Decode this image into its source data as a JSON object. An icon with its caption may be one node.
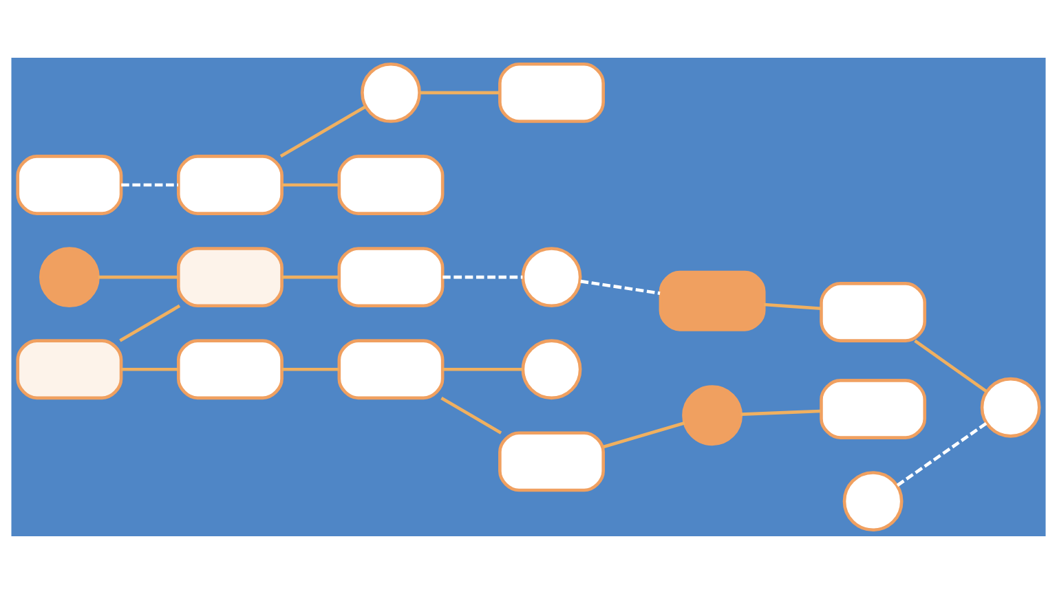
{
  "diagram": {
    "nodes": [
      {
        "text": [],
        "shape": "box"
      },
      {
        "text": [],
        "shape": "box"
      },
      {
        "text": [],
        "shape": "circle"
      },
      {
        "text": [],
        "shape": "box"
      },
      {
        "text": [],
        "shape": "circle"
      },
      {
        "text": [],
        "shape": "box"
      },
      {
        "text": [],
        "shape": "circle"
      },
      {
        "text": [],
        "shape": "box"
      },
      {
        "text": [],
        "shape": "circle"
      },
      {
        "text": [],
        "shape": "box"
      },
      {
        "text": [],
        "shape": "box"
      },
      {
        "text": [],
        "shape": "box"
      },
      {
        "text": [],
        "shape": "circle"
      },
      {
        "text": [],
        "shape": "circle"
      },
      {
        "text": [],
        "shape": "box"
      },
      {
        "text": [],
        "shape": "box"
      },
      {
        "text": [],
        "shape": "box"
      },
      {
        "text": [],
        "shape": "box"
      },
      {
        "text": [],
        "shape": "circle"
      },
      {
        "text": [],
        "shape": "box"
      }
    ],
    "edges": [
      {
        "from": 0,
        "to": 1,
        "arrow": "none"
      },
      {
        "from": 2,
        "to": 1,
        "arrow": "none"
      },
      {
        "from": 1,
        "to": 3,
        "arrow": "none"
      },
      {
        "from": 3,
        "to": 4,
        "arrow": "none",
        "style": "dashed",
        "color": "#ffffff"
      },
      {
        "from": 4,
        "to": 5,
        "arrow": "none",
        "style": "dashed",
        "color": "#ffffff"
      },
      {
        "from": 5,
        "to": 9,
        "arrow": "none"
      },
      {
        "from": 9,
        "to": 8,
        "arrow": "none"
      },
      {
        "from": 6,
        "to": 8,
        "arrow": "none",
        "style": "dashed",
        "color": "#ffffff"
      },
      {
        "from": 0,
        "to": 7,
        "arrow": "none"
      },
      {
        "from": 7,
        "to": 11,
        "arrow": "none"
      },
      {
        "from": 11,
        "to": 12,
        "arrow": "none"
      },
      {
        "from": 10,
        "to": 15,
        "arrow": "none",
        "style": "dashed",
        "color": "#ffffff"
      },
      {
        "from": 13,
        "to": 14,
        "arrow": "none"
      },
      {
        "from": 15,
        "to": 13,
        "arrow": "none"
      },
      {
        "from": 15,
        "to": 16,
        "arrow": "none"
      },
      {
        "from": 11,
        "to": 17,
        "arrow": "none"
      },
      {
        "from": 17,
        "to": 18,
        "arrow": "none"
      },
      {
        "from": 18,
        "to": 19,
        "arrow": "none"
      }
    ]
  }
}
